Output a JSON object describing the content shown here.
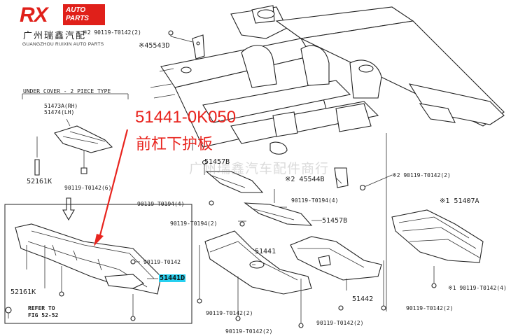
{
  "brand": {
    "logo_text": "RX",
    "badge_line1": "AUTO",
    "badge_line2": "PARTS",
    "name_cn": "广州瑞鑫汽配",
    "name_en": "GUANGZHOU RUIXIN AUTO PARTS"
  },
  "watermark": "广州瑞鑫汽车配件商行",
  "callout": {
    "part_number": "51441-0K050",
    "part_name": "前杠下护板"
  },
  "colors": {
    "accent_red": "#e8241e",
    "highlight_cyan": "#26d0f0"
  },
  "labels": {
    "top_bolt": "※2 90119-T0142(2)",
    "bracket_45543": "※45543D",
    "under_cover_title": "UNDER COVER - 2 PIECE TYPE",
    "p51473": "51473A(RH)",
    "p51474": "51474(LH)",
    "p52161_a": "52161K",
    "bolt_6": "90119-T0142(6)",
    "p51457_top": "51457B",
    "bracket_45544": "※2 45544B",
    "bolt_4": "90119-T0194(4)",
    "bolt_2_right_top": "※2 90119-T0142(2)",
    "p51407": "※1 51407A",
    "bolt_4b": "90119-T0194(4)",
    "bolt_2_mid": "90119-T0194(2)",
    "p51457_mid": "51457B",
    "bolt_box": "90119-T0142",
    "p51441": "51441",
    "p51441d": "51441D",
    "p52161_b": "52161K",
    "refer_1": "REFER TO",
    "refer_2": "FIG 52-52",
    "bolt_bottom_left": "90119-T0142(2)",
    "p51442": "51442",
    "bolt_bottom_mid": "90119-T0142(2)",
    "bolt_bottom_center": "90119-T0142(2)",
    "bolt_right_mid": "90119-T0142(2)",
    "bolt_right_bottom": "※1 90119-T0142(4)"
  }
}
